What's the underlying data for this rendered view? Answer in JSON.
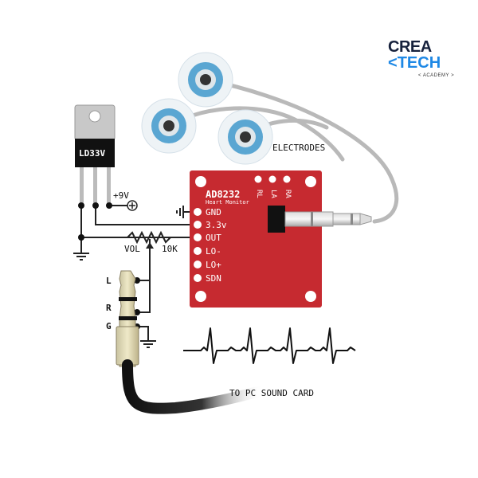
{
  "regulator": {
    "label": "LD33V"
  },
  "power": {
    "supply_label": "+9V"
  },
  "electrodes": {
    "label": "ELECTRODES"
  },
  "board": {
    "title": "AD8232",
    "subtitle": "Heart Monitor",
    "top_pins": [
      "RL",
      "LA",
      "RA"
    ],
    "side_pins": [
      "GND",
      "3.3v",
      "OUT",
      "LO-",
      "LO+",
      "SDN"
    ]
  },
  "potentiometer": {
    "vol_label": "VOL",
    "value_label": "10K"
  },
  "jack": {
    "pins": [
      "L",
      "R",
      "G"
    ]
  },
  "output": {
    "label": "TO PC SOUND CARD"
  },
  "logo": {
    "line1_a": "CREA",
    "line2_a": "TECH",
    "line2_prefix": "<",
    "line3": "< ACADEMY >"
  },
  "colors": {
    "board_red": "#c62a30",
    "wire": "#222222",
    "cable_gray": "#b9b9b9",
    "electrode_blue": "#5aa6d2"
  }
}
